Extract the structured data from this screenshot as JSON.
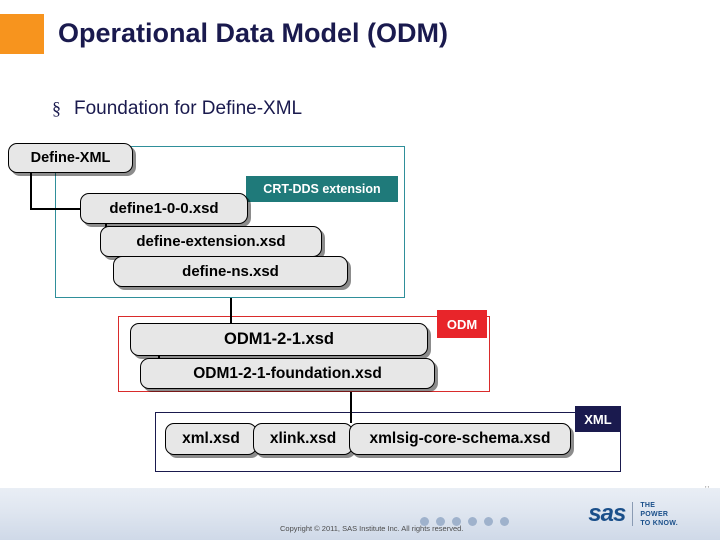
{
  "slide": {
    "title": "Operational Data Model (ODM)",
    "bullet_mark": "§",
    "bullet_text": "Foundation for Define-XML"
  },
  "diagram": {
    "groups": [
      {
        "id": "define-xml-group",
        "border_color": "#2f8f9a"
      },
      {
        "id": "odm-group",
        "border_color": "#d92b2b"
      },
      {
        "id": "xml-group",
        "border_color": "#1a1a4e"
      }
    ],
    "tags": [
      {
        "id": "crt-dds-extension",
        "label": "CRT-DDS extension",
        "color": "#1f7a7a"
      },
      {
        "id": "odm",
        "label": "ODM",
        "color": "#e8252a"
      },
      {
        "id": "xml",
        "label": "XML",
        "color": "#1a1a4e"
      }
    ],
    "nodes": [
      {
        "id": "define-xml",
        "label": "Define-XML"
      },
      {
        "id": "define1-0-0-xsd",
        "label": "define1-0-0.xsd"
      },
      {
        "id": "define-extension-xsd",
        "label": "define-extension.xsd"
      },
      {
        "id": "define-ns-xsd",
        "label": "define-ns.xsd"
      },
      {
        "id": "odm1-2-1-xsd",
        "label": "ODM1-2-1.xsd"
      },
      {
        "id": "odm1-2-1-foundation-xsd",
        "label": "ODM1-2-1-foundation.xsd"
      },
      {
        "id": "xml-xsd",
        "label": "xml.xsd"
      },
      {
        "id": "xlink-xsd",
        "label": "xlink.xsd"
      },
      {
        "id": "xmlsig-core-schema-xsd",
        "label": "xmlsig-core-schema.xsd"
      }
    ]
  },
  "footer": {
    "copyright": "Copyright © 2011, SAS Institute Inc. All rights reserved.",
    "logo_text": "sas",
    "tagline_line1": "THE",
    "tagline_line2": "POWER",
    "tagline_line3": "TO KNOW."
  }
}
